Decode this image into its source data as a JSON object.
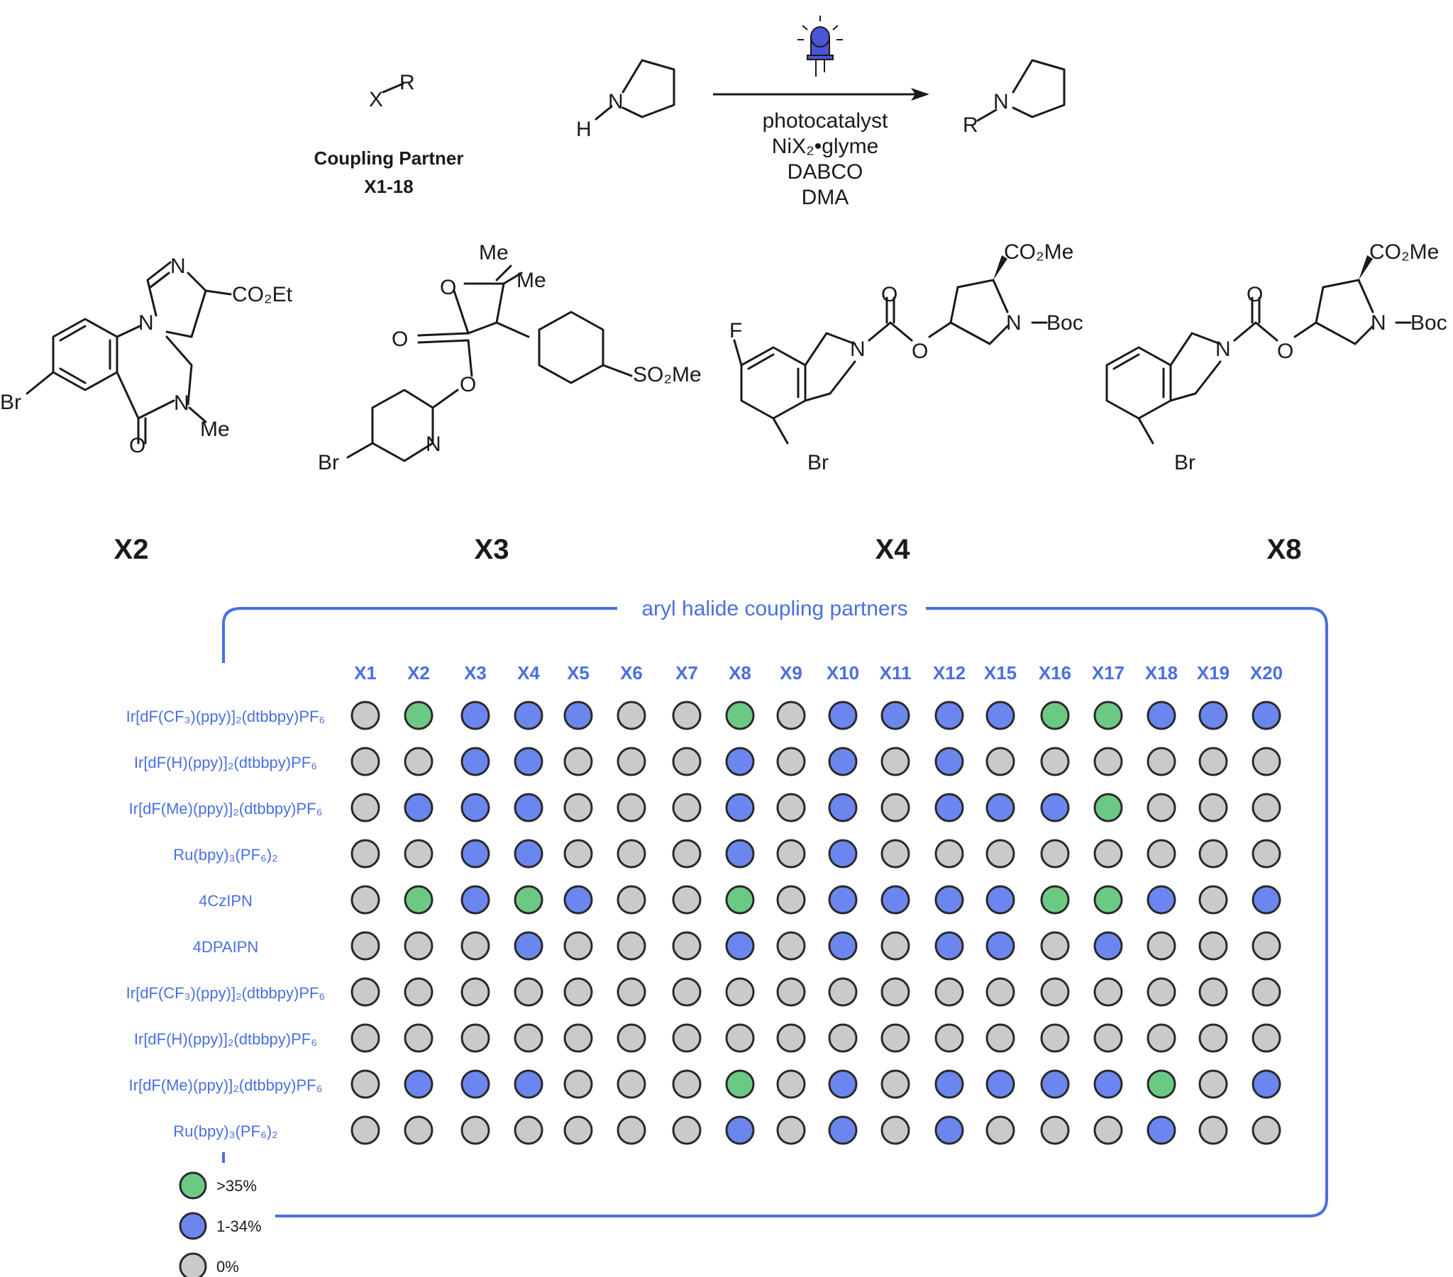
{
  "reaction": {
    "reagent_label": "X",
    "reagent_r": "R",
    "coupling_title": "Coupling Partner",
    "coupling_range": "X1-18",
    "amine_h": "H",
    "amine_n": "N",
    "conditions": [
      "photocatalyst",
      "NiX₂•glyme",
      "DABCO",
      "DMA"
    ],
    "product_r": "R",
    "product_n": "N"
  },
  "structures": [
    {
      "label": "X2",
      "atoms": [
        "N",
        "N",
        "CO₂Et",
        "Br",
        "O",
        "N",
        "Me"
      ]
    },
    {
      "label": "X3",
      "atoms": [
        "Me",
        "Me",
        "O",
        "O",
        "SO₂Me",
        "O",
        "Br",
        "N"
      ]
    },
    {
      "label": "X4",
      "atoms": [
        "CO₂Me",
        "O",
        "F",
        "N",
        "O",
        "N",
        "Boc",
        "Br"
      ]
    },
    {
      "label": "X8",
      "atoms": [
        "CO₂Me",
        "O",
        "N",
        "O",
        "N",
        "Boc",
        "Br"
      ]
    }
  ],
  "heatmap": {
    "bracket_title": "aryl halide coupling partners",
    "columns": [
      "X1",
      "X2",
      "X3",
      "X4",
      "X5",
      "X6",
      "X7",
      "X8",
      "X9",
      "X10",
      "X11",
      "X12",
      "X15",
      "X16",
      "X17",
      "X18",
      "X19",
      "X20"
    ],
    "rows": [
      {
        "label": "Ir[dF(CF₃)(ppy)]₂(dtbbpy)PF₆",
        "cells": "GgbbbGGgGbbbbgg bbb"
      },
      {
        "label": "Ir[dF(H)(ppy)]₂(dtbbpy)PF₆",
        "cells": "GGbbGGGbGbGbGGGGGG"
      },
      {
        "label": "Ir[dF(Me)(ppy)]₂(dtbbpy)PF₆",
        "cells": "GbbbGGGbGbGbbbgGGG"
      },
      {
        "label": "Ru(bpy)₃(PF₆)₂",
        "cells": "GGbbGGGbGbGGGGGGGG"
      },
      {
        "label": "4CzIPN",
        "cells": "GgbgbGGgGbbbbggbGb"
      },
      {
        "label": "4DPAIPN",
        "cells": "GGGbGGGbGbGbbGbGGG"
      },
      {
        "label": "Ir[dF(CF₃)(ppy)]₂(dtbbpy)PF₆",
        "cells": "GGGGGGGGGGGGGGGGGG"
      },
      {
        "label": "Ir[dF(H)(ppy)]₂(dtbbpy)PF₆",
        "cells": "GGGGGGGGGGGGGGGGGG"
      },
      {
        "label": "Ir[dF(Me)(ppy)]₂(dtbbpy)PF₆",
        "cells": "GbbbGGGgGbGbbbbgGb"
      },
      {
        "label": "Ru(bpy)₃(PF₆)₂",
        "cells": "GGGGGGGbGbGbGGGbGG"
      }
    ],
    "legend": [
      {
        "key": "g",
        "label": ">35%",
        "color": "#6cc983"
      },
      {
        "key": "b",
        "label": "1-34%",
        "color": "#6b86ee"
      },
      {
        "key": "G",
        "label": "0%",
        "color": "#c9cbcb"
      }
    ],
    "colors": {
      "bracket": "#4a6fe0",
      "text": "#4a6fe0"
    }
  }
}
